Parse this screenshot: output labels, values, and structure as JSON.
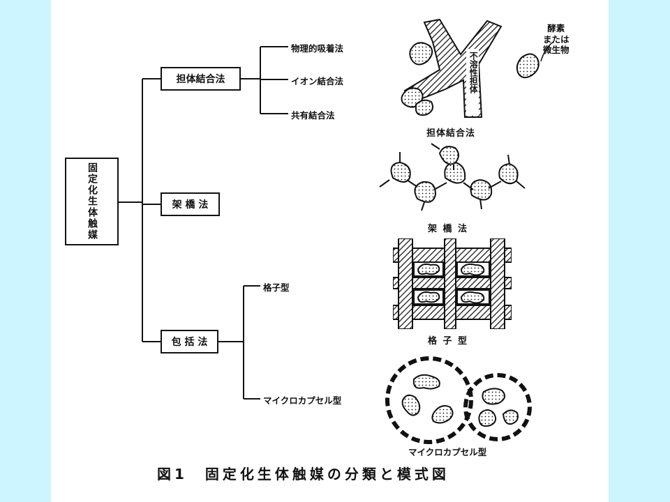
{
  "tree": {
    "root": "固定化生体触媒",
    "branches": [
      {
        "label": "担体結合法",
        "leaves": [
          "物理的吸着法",
          "イオン結合法",
          "共有結合法"
        ]
      },
      {
        "label": "架 橋 法",
        "leaves": []
      },
      {
        "label": "包 括 法",
        "leaves": [
          "格子型",
          "マイクロカプセル型"
        ]
      }
    ]
  },
  "illustrations": {
    "carrier": {
      "caption": "担体結合法",
      "carrier_text": "不溶性担体",
      "enzyme_label": "酵素\nまたは\n微生物"
    },
    "crosslink": {
      "caption": "架 橋 法"
    },
    "lattice": {
      "caption": "格 子 型"
    },
    "microcapsule": {
      "caption": "マイクロカプセル型"
    }
  },
  "figure_caption": "図1　固定化生体触媒の分類と模式図",
  "colors": {
    "background": "#ccf5ff",
    "sheet": "#ffffff",
    "ink": "#111111"
  }
}
